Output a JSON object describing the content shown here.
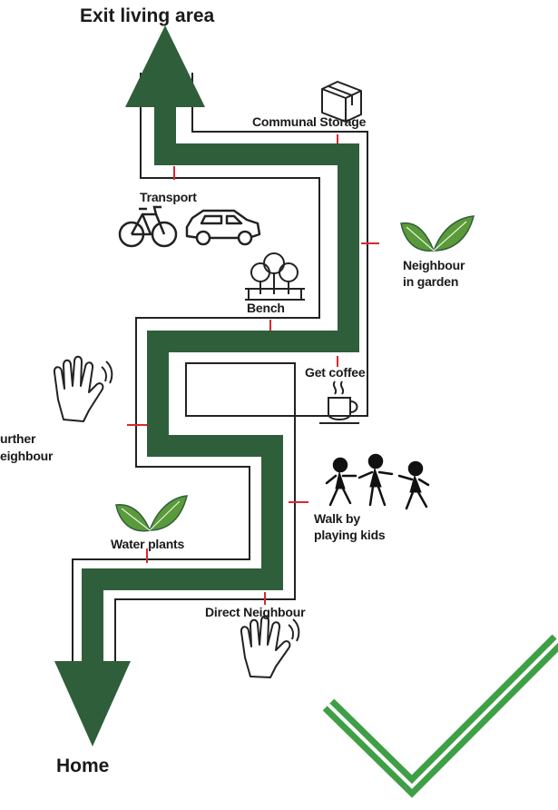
{
  "title_top": "Exit living area",
  "title_bottom": "Home",
  "stops": {
    "communal_storage": "Communal Storage",
    "transport": "Transport",
    "neighbour_garden_1": "Neighbour",
    "neighbour_garden_2": "in garden",
    "bench": "Bench",
    "get_coffee": "Get coffee",
    "further_neighbour_1": "urther",
    "further_neighbour_2": "eighbour",
    "walk_kids_1": "Walk by",
    "walk_kids_2": "playing kids",
    "water_plants": "Water plants",
    "direct_neighbour": "Direct Neighbour"
  },
  "icons": {
    "storage": "box-icon",
    "bike": "bicycle-icon",
    "car": "car-icon",
    "garden": "leaves-icon",
    "bench": "park-bench-icon",
    "coffee": "coffee-cup-icon",
    "wave": "waving-hand-icon",
    "kids": "playing-children-icon",
    "plants": "leaves-icon",
    "check": "checkmark-icon"
  },
  "colors": {
    "path": "#2f5e3a",
    "accent": "#d9282f",
    "leaf": "#5a9a3a",
    "check": "#3f9f46",
    "line": "#222222"
  }
}
